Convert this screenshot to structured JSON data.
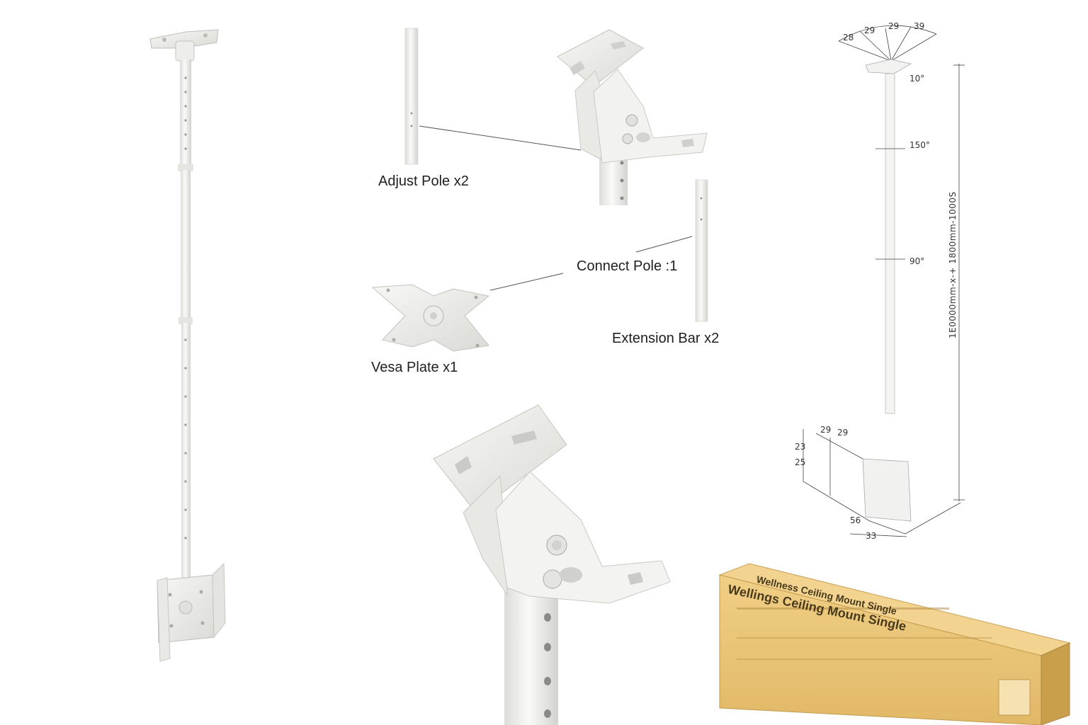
{
  "parts": {
    "adjust_pole": "Adjust Pole x2",
    "connect_pole": "Connect Pole :1",
    "vesa_plate": "Vesa Plate x1",
    "extension_bar": "Extension Bar x2"
  },
  "diagram": {
    "top_angles": [
      "28",
      "29",
      "29",
      "39"
    ],
    "tilt_top": "10°",
    "rotation_1": "150°",
    "rotation_2": "90°",
    "height_range": "1E0000mm-x-+ 1800mm-1000S",
    "bottom_dims": [
      "29",
      "29",
      "23",
      "25",
      "56",
      "33"
    ]
  },
  "box": {
    "headline": "Wellings Ceiling Mount Single",
    "subline": "Wellness Ceiling Mount Single"
  },
  "colors": {
    "metal": "#f1f1ef",
    "metal_shade": "#d9d9d6",
    "box": "#e9c57a",
    "box_dark": "#c99f4c"
  }
}
